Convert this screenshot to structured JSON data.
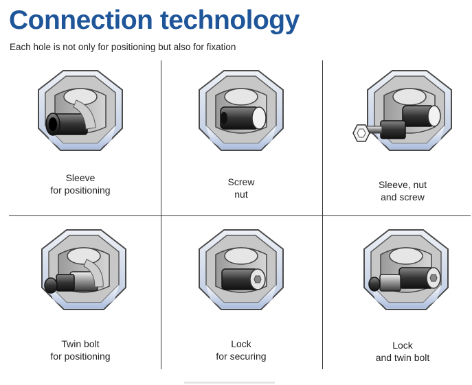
{
  "title": "Connection technology",
  "subtitle": "Each hole is not only for positioning but also for fixation",
  "items": [
    {
      "line1": "Sleeve",
      "line2": "for positioning",
      "icon": "sleeve-icon"
    },
    {
      "line1": "Screw",
      "line2": "nut",
      "icon": "screw-nut-icon"
    },
    {
      "line1": "Sleeve, nut",
      "line2": "and screw",
      "icon": "sleeve-nut-screw-icon"
    },
    {
      "line1": "Twin bolt",
      "line2": "for positioning",
      "icon": "twin-bolt-icon"
    },
    {
      "line1": "Lock",
      "line2": "for securing",
      "icon": "lock-icon"
    },
    {
      "line1": "Lock",
      "line2": "and twin bolt",
      "icon": "lock-twin-bolt-icon"
    }
  ]
}
